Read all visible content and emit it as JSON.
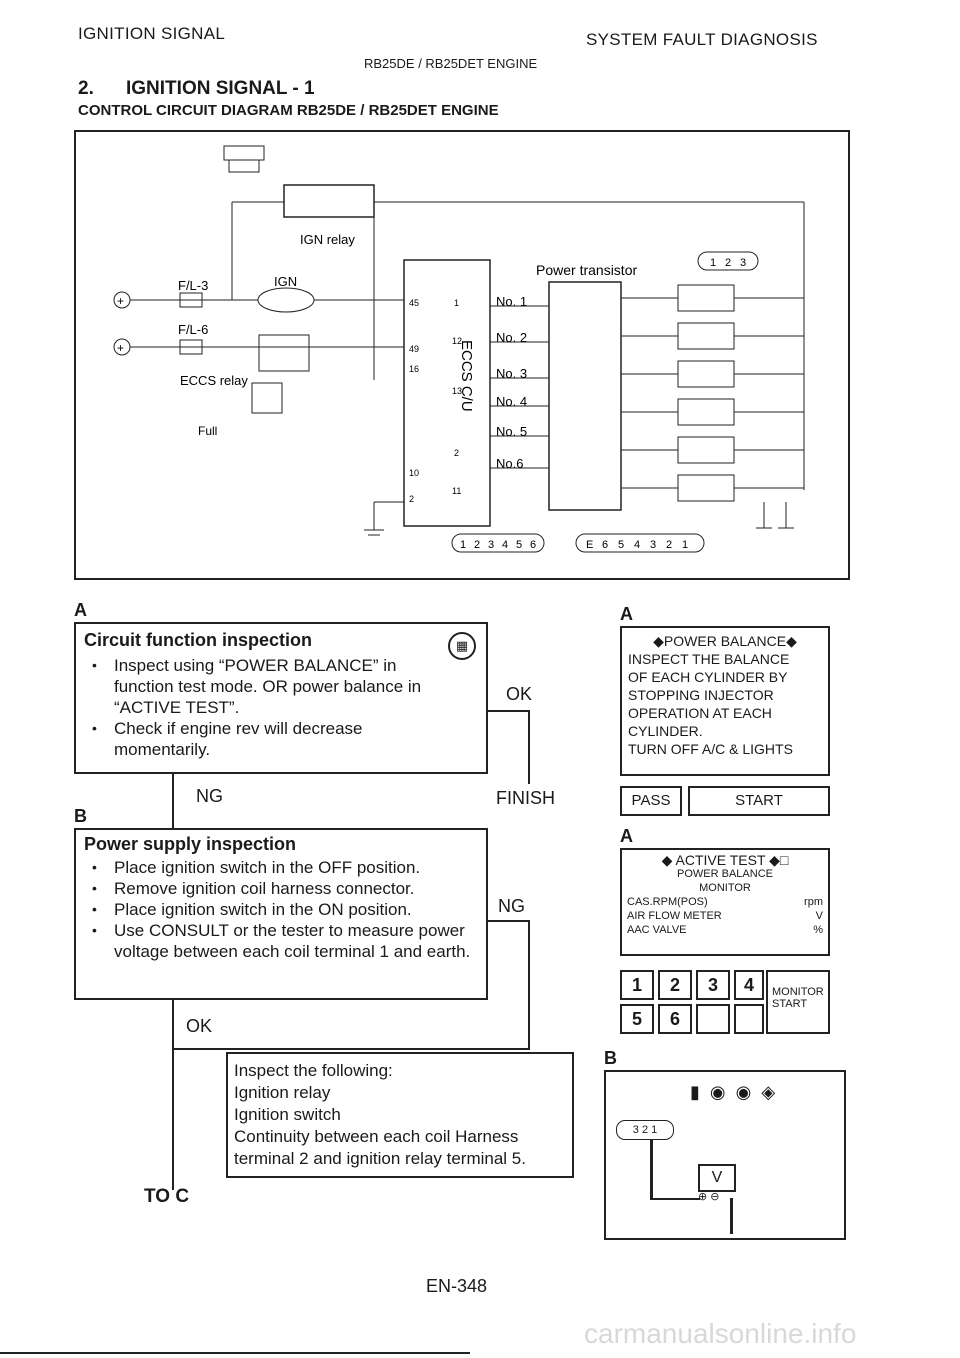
{
  "header": {
    "left": "IGNITION SIGNAL",
    "right": "SYSTEM FAULT DIAGNOSIS",
    "sub": "RB25DE / RB25DET ENGINE"
  },
  "section": {
    "number": "2.",
    "title": "IGNITION SIGNAL - 1",
    "subtitle": "CONTROL CIRCUIT DIAGRAM  RB25DE / RB25DET ENGINE"
  },
  "diagram": {
    "ign_relay": "IGN relay",
    "ign": "IGN",
    "fl3": "F/L-3",
    "fl6": "F/L-6",
    "eccs_relay": "ECCS relay",
    "full": "Full",
    "power_transistor": "Power transistor",
    "eccs_cu": "ECCS C/U",
    "cylinders": [
      "No. 1",
      "No. 2",
      "No. 3",
      "No. 4",
      "No. 5",
      "No.6"
    ],
    "pins_left": [
      "45",
      "49",
      "16",
      "10",
      "2"
    ],
    "pins_inner": [
      "1",
      "12",
      "13",
      "2",
      "11"
    ],
    "connector_a": [
      "1",
      "2",
      "3",
      "4",
      "5",
      "6"
    ],
    "connector_b": [
      "E",
      "6",
      "5",
      "4",
      "3",
      "2",
      "1"
    ],
    "connector_c": [
      "1",
      "2",
      "3"
    ]
  },
  "labels": {
    "A_left": "A",
    "A_right": "A",
    "B_left": "B",
    "A_right2": "A",
    "B_right": "B",
    "ok1": "OK",
    "ng1": "NG",
    "finish": "FINISH",
    "ng2": "NG",
    "ok2": "OK",
    "to_c": "TO C",
    "page_number": "EN-348",
    "watermark": "carmanualsonline.info"
  },
  "circuit_box": {
    "title": "Circuit function inspection",
    "items": [
      "Inspect using “POWER BALANCE” in function test mode. OR power balance in “ACTIVE TEST”.",
      "Check if engine rev will decrease momentarily."
    ]
  },
  "power_box": {
    "title": "Power supply inspection",
    "items": [
      "Place ignition switch in the OFF position.",
      "Remove ignition coil harness connector.",
      "Place ignition switch in the ON position.",
      "Use CONSULT or the tester to measure power voltage between each coil terminal 1 and earth."
    ]
  },
  "inspect_box": {
    "lines": [
      "Inspect the following:",
      "Ignition relay",
      "Ignition switch",
      "Continuity between each coil Harness",
      "terminal 2 and ignition relay terminal 5."
    ]
  },
  "power_balance_screen": {
    "title": "POWER BALANCE",
    "lines": [
      "INSPECT THE BALANCE",
      "OF EACH CYLINDER BY",
      "STOPPING INJECTOR",
      "OPERATION AT EACH",
      "CYLINDER.",
      "TURN OFF A/C & LIGHTS"
    ],
    "pass": "PASS",
    "start": "START"
  },
  "active_test_screen": {
    "title": "ACTIVE TEST",
    "sub1": "POWER BALANCE",
    "sub2": "MONITOR",
    "rows": [
      {
        "label": "CAS.RPM(POS)",
        "unit": "rpm"
      },
      {
        "label": "AIR FLOW METER",
        "unit": "V"
      },
      {
        "label": "AAC VALVE",
        "unit": "%"
      }
    ],
    "keys": [
      "1",
      "2",
      "3",
      "4",
      "5",
      "6"
    ],
    "monitor": "MONITOR",
    "start": "START"
  },
  "tester_panel": {
    "connector": [
      "3",
      "2",
      "1"
    ],
    "meter": "V"
  }
}
